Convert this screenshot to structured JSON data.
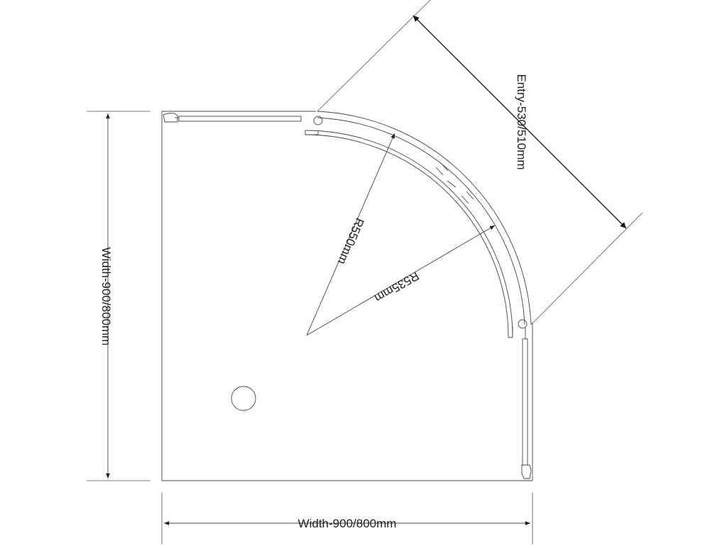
{
  "labels": {
    "width_left": "Width-900/800mm",
    "width_bottom": "Width-900/800mm",
    "entry": "Entry-530/510mm",
    "radius_outer": "R550mm",
    "radius_inner": "R535mm"
  }
}
